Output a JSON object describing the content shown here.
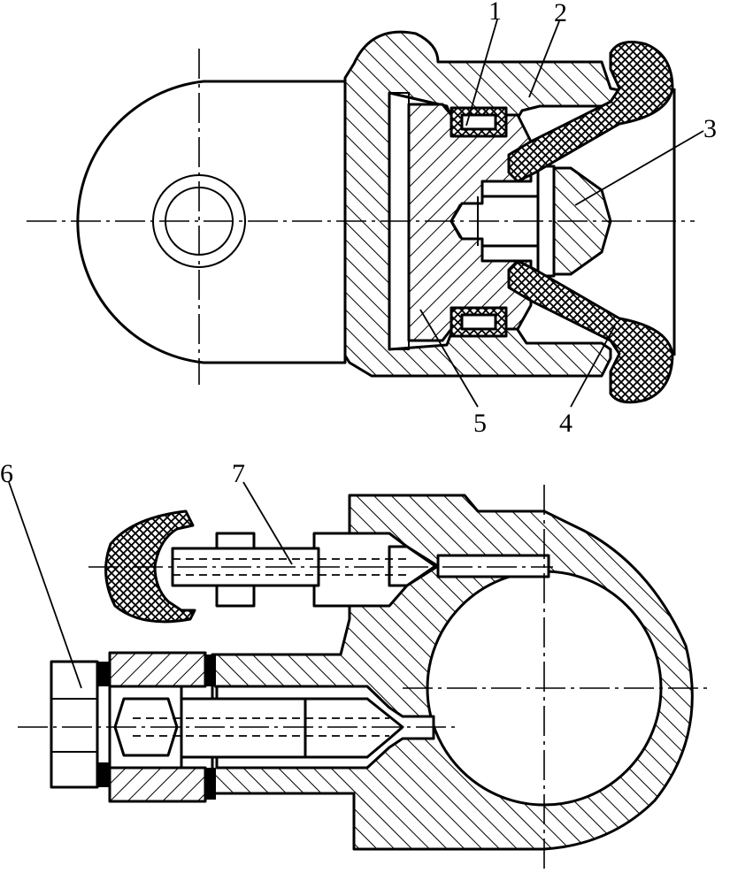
{
  "callouts": {
    "n1": "1",
    "n2": "2",
    "n3": "3",
    "n4": "4",
    "n5": "5",
    "n6": "6",
    "n7": "7"
  },
  "colors": {
    "ink": "#000000",
    "paper": "#ffffff"
  }
}
